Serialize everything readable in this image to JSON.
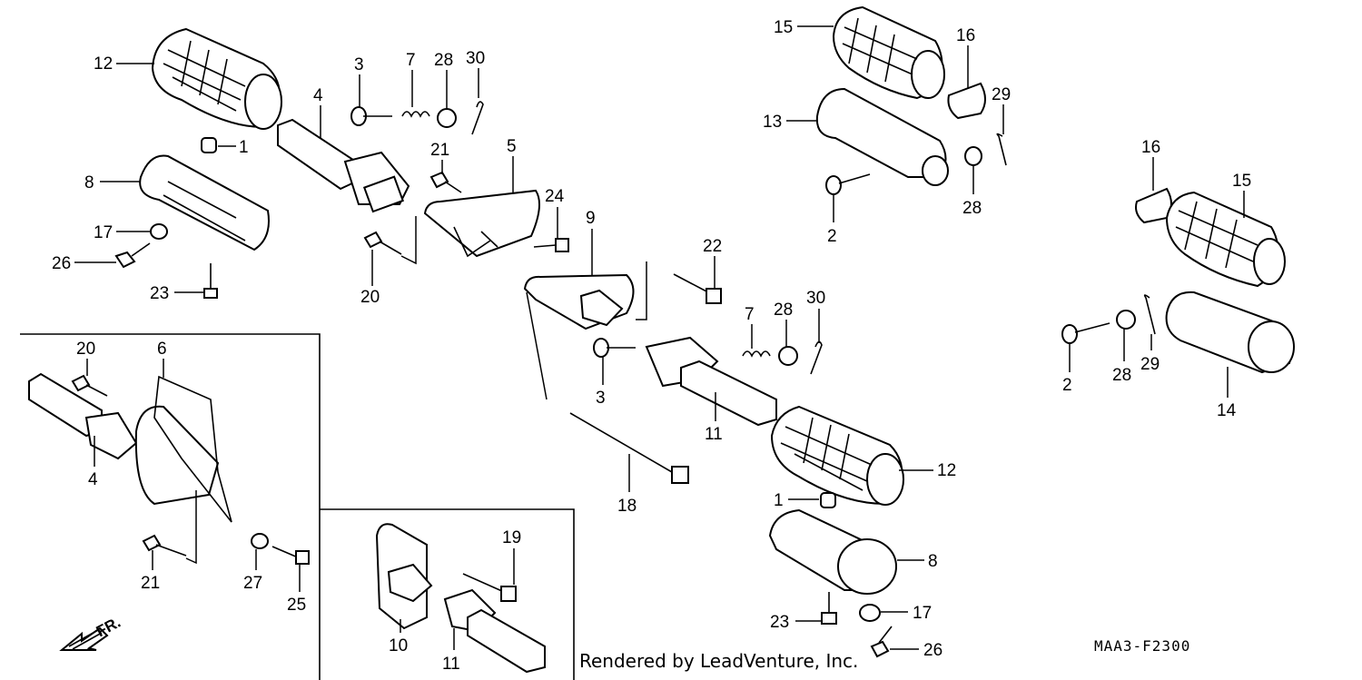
{
  "callouts": {
    "c1a": "1",
    "c1b": "1",
    "c2a": "2",
    "c2b": "2",
    "c3a": "3",
    "c3b": "3",
    "c4a": "4",
    "c4b": "4",
    "c5": "5",
    "c6": "6",
    "c7a": "7",
    "c7b": "7",
    "c8a": "8",
    "c8b": "8",
    "c9": "9",
    "c10": "10",
    "c11a": "11",
    "c11b": "11",
    "c12a": "12",
    "c12b": "12",
    "c13": "13",
    "c14": "14",
    "c15a": "15",
    "c15b": "15",
    "c16a": "16",
    "c16b": "16",
    "c17a": "17",
    "c17b": "17",
    "c18": "18",
    "c19": "19",
    "c20a": "20",
    "c20b": "20",
    "c21a": "21",
    "c21b": "21",
    "c22": "22",
    "c23a": "23",
    "c23b": "23",
    "c24": "24",
    "c25": "25",
    "c26a": "26",
    "c26b": "26",
    "c27": "27",
    "c28a": "28",
    "c28b": "28",
    "c28c": "28",
    "c28d": "28",
    "c29a": "29",
    "c29b": "29",
    "c30a": "30",
    "c30b": "30"
  },
  "direction_label": "FR.",
  "credit": "Rendered by LeadVenture, Inc.",
  "diagram_code": "MAA3-F2300"
}
